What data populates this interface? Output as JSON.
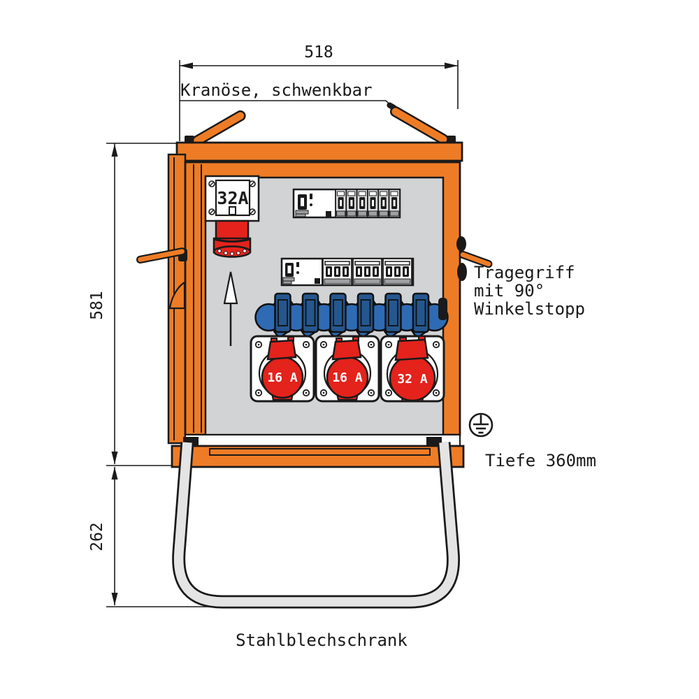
{
  "title": "Stahlblechschrank Verteiler Zeichnung",
  "dimensions": {
    "width": "518",
    "height": "581",
    "stand_height": "262",
    "depth": "Tiefe 360mm"
  },
  "labels": {
    "crane_eye": "Kranöse, schwenkbar",
    "carry_handle": [
      "Tragegriff",
      "mit 90°",
      "Winkelstopp"
    ],
    "cabinet_type": "Stahlblechschrank"
  },
  "components": {
    "inlet": {
      "label": "32A"
    },
    "cee_sockets": [
      {
        "label": "16 A"
      },
      {
        "label": "16 A"
      },
      {
        "label": "32 A"
      }
    ],
    "schuko_sockets": {
      "count": 6
    },
    "breaker_rows": [
      {
        "rcd_count": 1,
        "breaker_count": 6
      },
      {
        "rcd_count": 1,
        "breaker_group_count": 3
      }
    ]
  },
  "icons": {
    "earth": "protective-earth-symbol",
    "arrow": "upward-arrow",
    "crane_eyes": "swiveling-crane-eyes",
    "handles": "carry-handles"
  },
  "colors": {
    "orange": "#EE7C26",
    "red": "#E3231C",
    "blue": "#2E6BB4",
    "blue_dark": "#25578F",
    "panel_gray": "#D2D3D5",
    "stand_gray": "#E4E4E4",
    "line": "#1A1A1A"
  }
}
